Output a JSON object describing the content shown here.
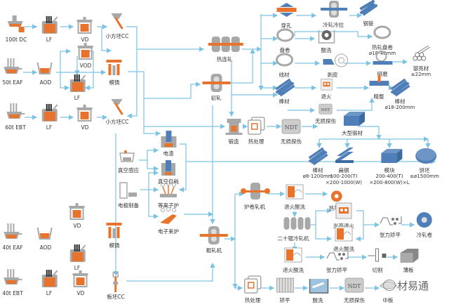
{
  "nodes": [
    {
      "label": "100t DC",
      "icon": "furnace-pour"
    },
    {
      "label": "LF",
      "icon": "ladle-furnace"
    },
    {
      "label": "VD",
      "icon": "vacuum-vessel"
    },
    {
      "label": "小方坯CC",
      "icon": "billet-caster"
    },
    {
      "label": "50t EAF",
      "icon": "arc-furnace"
    },
    {
      "label": "AOD",
      "icon": "aod-converter"
    },
    {
      "label": "VOD",
      "icon": "vacuum-vessel"
    },
    {
      "label": "LF",
      "icon": "ladle-furnace"
    },
    {
      "label": "模铸",
      "icon": "ingot-mold"
    },
    {
      "label": "60t EBT",
      "icon": "arc-furnace"
    },
    {
      "label": "LF",
      "icon": "ladle-furnace"
    },
    {
      "label": "VD",
      "icon": "vacuum-vessel"
    },
    {
      "label": "小方坯CC",
      "icon": "billet-caster"
    },
    {
      "label": "电渣",
      "icon": "esr-furnace"
    },
    {
      "label": "真空感应",
      "icon": "vim-furnace"
    },
    {
      "label": "真空自耗",
      "icon": "var-furnace"
    },
    {
      "label": "电极制备",
      "icon": "electrode-prep"
    },
    {
      "label": "等离子炉",
      "icon": "plasma-furnace"
    },
    {
      "label": "电子束炉",
      "icon": "ebeam-furnace"
    },
    {
      "label": "40t EAF",
      "icon": "arc-furnace"
    },
    {
      "label": "AOD",
      "icon": "aod-converter"
    },
    {
      "label": "VD",
      "icon": "vacuum-vessel"
    },
    {
      "label": "LF",
      "icon": "ladle-furnace"
    },
    {
      "label": "模铸",
      "icon": "ingot-mold"
    },
    {
      "label": "40t EBT",
      "icon": "arc-furnace"
    },
    {
      "label": "LF",
      "icon": "ladle-furnace"
    },
    {
      "label": "VD",
      "icon": "vacuum-vessel"
    },
    {
      "label": "板坯CC",
      "icon": "slab-caster"
    },
    {
      "label": "热连轧",
      "icon": "continuous-mill"
    },
    {
      "label": "初轧",
      "icon": "rolling-mill"
    },
    {
      "label": "锻造",
      "icon": "forging-press"
    },
    {
      "label": "热处理",
      "icon": "heat-treat"
    },
    {
      "label": "无损探伤",
      "icon": "ndt-box"
    },
    {
      "label": "粗轧机",
      "icon": "rolling-mill"
    },
    {
      "label": "穿孔",
      "icon": "piercing"
    },
    {
      "label": "冷轧冷拉",
      "icon": "cold-roll"
    },
    {
      "label": "钢管",
      "icon": "tubes"
    },
    {
      "label": "盘卷",
      "icon": "coil-ring"
    },
    {
      "label": "酸洗",
      "icon": "pickling"
    },
    {
      "label": "热轧盘卷",
      "sub": [
        "ø18-40mm"
      ],
      "icon": "coil-ring"
    },
    {
      "label": "线材",
      "icon": "coil-ring"
    },
    {
      "label": "剥皮",
      "icon": "peeling"
    },
    {
      "label": "研磨",
      "icon": "grinding"
    },
    {
      "label": "银亮材",
      "sub": [
        "≤22mm"
      ],
      "icon": "bright-bars"
    },
    {
      "label": "棒材",
      "icon": "bars"
    },
    {
      "label": "退火",
      "icon": "annealing"
    },
    {
      "label": "精整",
      "icon": "finishing"
    },
    {
      "label": "棒材",
      "sub": [
        "ø18-200mm"
      ],
      "icon": "bars"
    },
    {
      "label": "无损探伤",
      "icon": "ndt-box"
    },
    {
      "label": "大型锻材",
      "icon": "block"
    },
    {
      "label": "棒材",
      "sub": [
        "ø8-1200mm"
      ],
      "icon": "bars"
    },
    {
      "label": "扁钢",
      "sub": [
        "100-200(T)",
        "×200-1000(W)"
      ],
      "icon": "flats"
    },
    {
      "label": "模块",
      "sub": [
        "200-400(T)",
        "×200-800(W)×L"
      ],
      "icon": "block"
    },
    {
      "label": "饼坯",
      "sub": [
        "≤ø1500mm"
      ],
      "icon": "disc"
    },
    {
      "label": "炉卷轧机",
      "icon": "steckel-mill"
    },
    {
      "label": "退火酸洗",
      "icon": "anneal-pickle"
    },
    {
      "label": "热轧卷",
      "icon": "hot-coil"
    },
    {
      "label": "二十辊冷轧机",
      "icon": "twenty-high-mill"
    },
    {
      "label": "光亮退火",
      "icon": "annealing"
    },
    {
      "label": "退火酸洗",
      "icon": "anneal-pickle"
    },
    {
      "label": "张力矫平",
      "icon": "tension-level"
    },
    {
      "label": "冷轧卷",
      "icon": "cold-coil"
    },
    {
      "label": "退火酸洗",
      "icon": "anneal-pickle"
    },
    {
      "label": "张力矫平",
      "icon": "tension-level"
    },
    {
      "label": "切割",
      "icon": "cutting"
    },
    {
      "label": "薄板",
      "icon": "sheet"
    },
    {
      "label": "热处理",
      "icon": "heat-treat"
    },
    {
      "label": "矫平",
      "icon": "leveler"
    },
    {
      "label": "酸洗",
      "icon": "pickling-tank"
    },
    {
      "label": "无损探伤",
      "icon": "ndt-box"
    },
    {
      "label": "中板",
      "icon": "plate"
    }
  ],
  "ndt_text": "NDT",
  "watermark": "材易通",
  "colors": {
    "arrow": "#7cc3e3",
    "orange": "#e8732c",
    "gray": "#a8a8a8",
    "blue": "#4f7fb8"
  }
}
